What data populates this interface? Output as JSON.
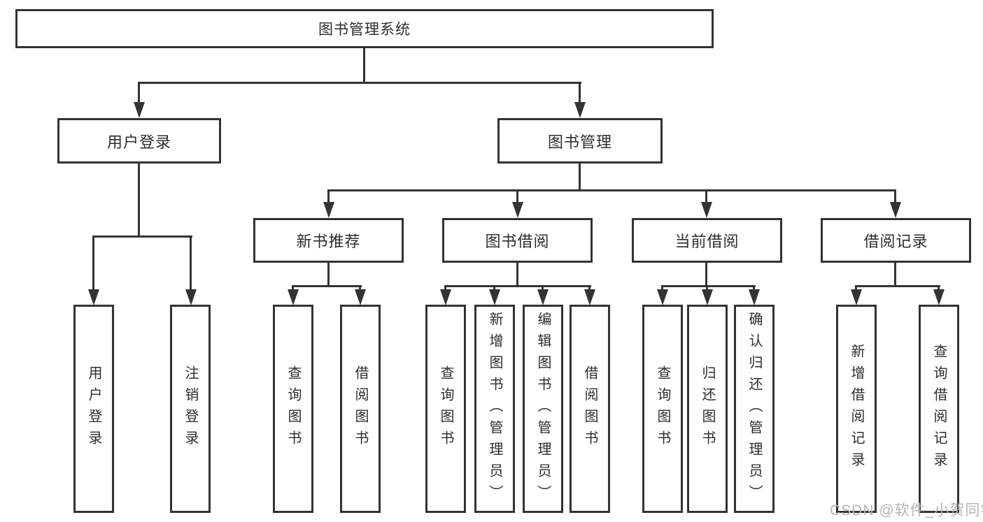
{
  "colors": {
    "line": "#333333",
    "text": "#2d2d2d",
    "background": "#ffffff",
    "watermark": "#b5b5b5"
  },
  "tree": {
    "root": {
      "label": "图书管理系统"
    },
    "level2": [
      {
        "label": "用户登录"
      },
      {
        "label": "图书管理"
      }
    ],
    "level3": [
      {
        "label": "新书推荐",
        "parent": "图书管理"
      },
      {
        "label": "图书借阅",
        "parent": "图书管理"
      },
      {
        "label": "当前借阅",
        "parent": "图书管理"
      },
      {
        "label": "借阅记录",
        "parent": "图书管理"
      }
    ],
    "leaves": [
      {
        "label": "用户登录",
        "parent": "用户登录"
      },
      {
        "label": "注销登录",
        "parent": "用户登录"
      },
      {
        "label": "查询图书",
        "parent": "新书推荐"
      },
      {
        "label": "借阅图书",
        "parent": "新书推荐"
      },
      {
        "label": "查询图书",
        "parent": "图书借阅"
      },
      {
        "label": "新增图书（管理员）",
        "parent": "图书借阅"
      },
      {
        "label": "编辑图书（管理员）",
        "parent": "图书借阅"
      },
      {
        "label": "借阅图书",
        "parent": "图书借阅"
      },
      {
        "label": "查询图书",
        "parent": "当前借阅"
      },
      {
        "label": "归还图书",
        "parent": "当前借阅"
      },
      {
        "label": "确认归还（管理员）",
        "parent": "当前借阅"
      },
      {
        "label": "新增借阅记录",
        "parent": "借阅记录"
      },
      {
        "label": "查询借阅记录",
        "parent": "借阅记录"
      }
    ]
  },
  "watermark": {
    "text": "CSDN @软件_小贺同学"
  }
}
